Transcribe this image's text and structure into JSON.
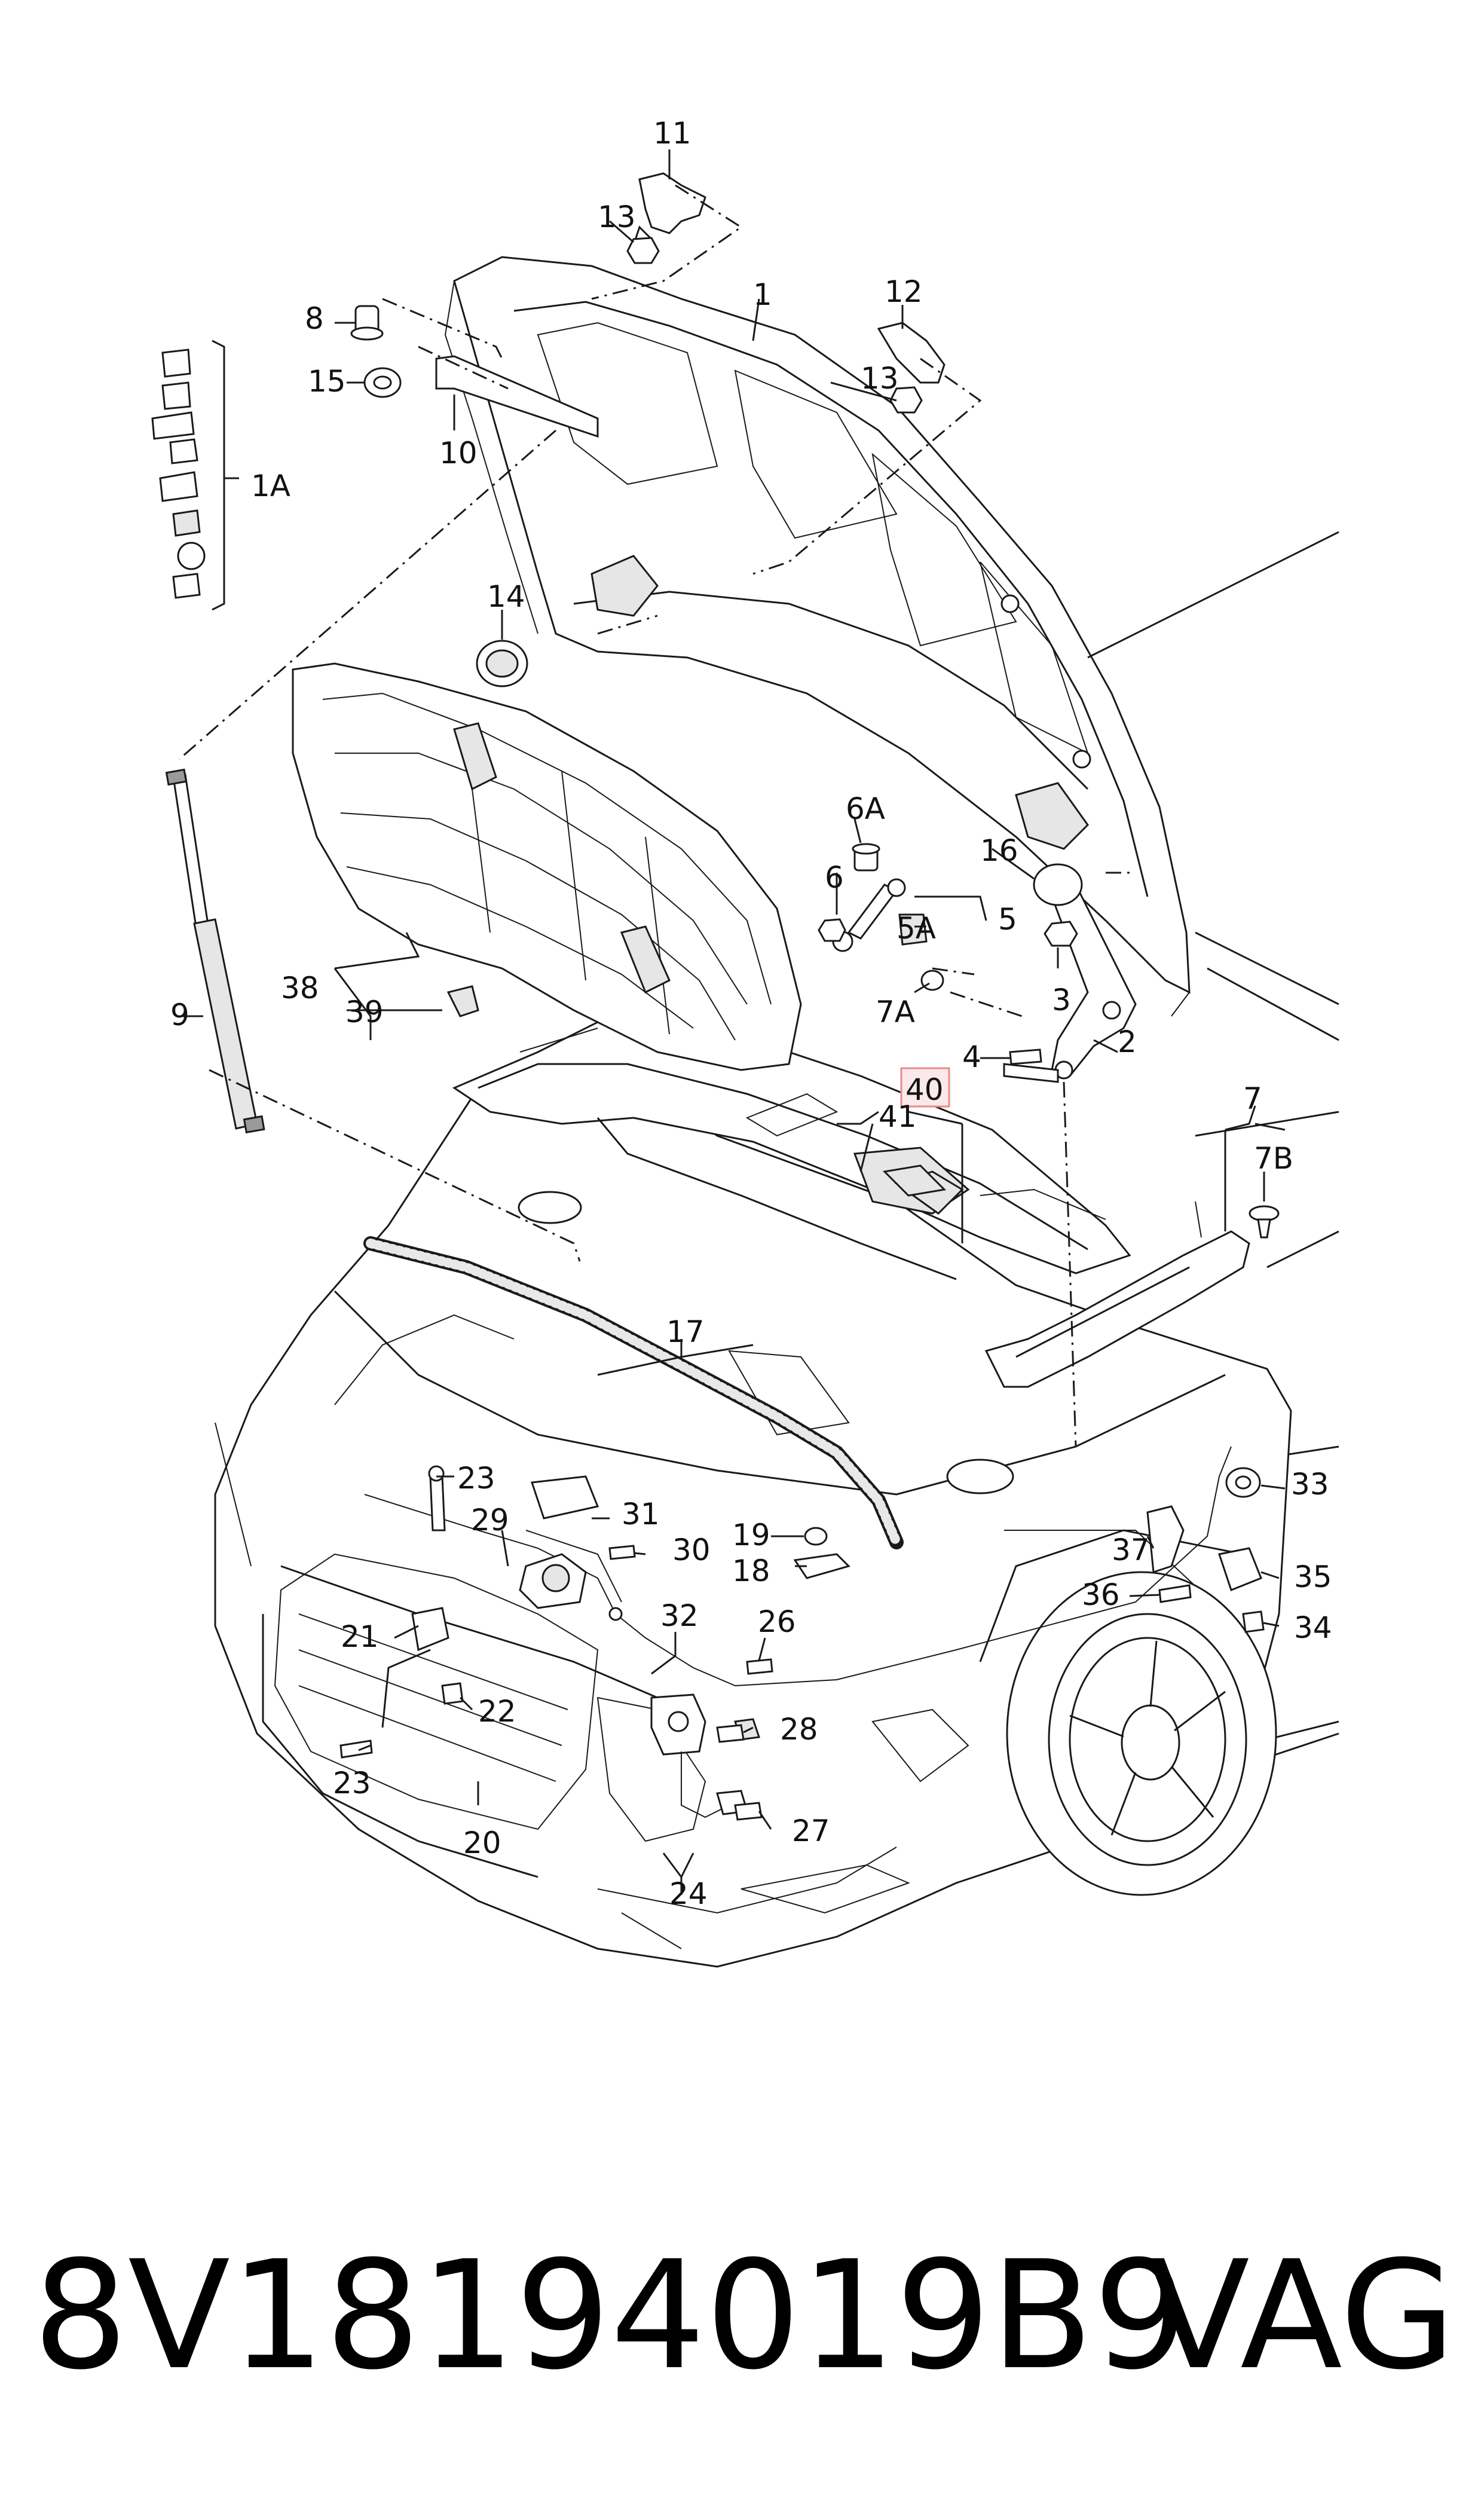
{
  "diagram": {
    "callouts": [
      "11",
      "13",
      "1",
      "12",
      "8",
      "15",
      "13",
      "10",
      "1A",
      "14",
      "6A",
      "16",
      "6",
      "5",
      "5A",
      "3",
      "38",
      "39",
      "7A",
      "9",
      "4",
      "2",
      "40",
      "7",
      "41",
      "7B",
      "17",
      "23",
      "31",
      "33",
      "19",
      "29",
      "30",
      "37",
      "35",
      "18",
      "36",
      "34",
      "32",
      "26",
      "21",
      "22",
      "28",
      "23",
      "27",
      "20",
      "24"
    ],
    "highlight_color": "#e88a8a"
  },
  "footer": {
    "part_number": "8V18194019B9",
    "brand": "VAG"
  }
}
